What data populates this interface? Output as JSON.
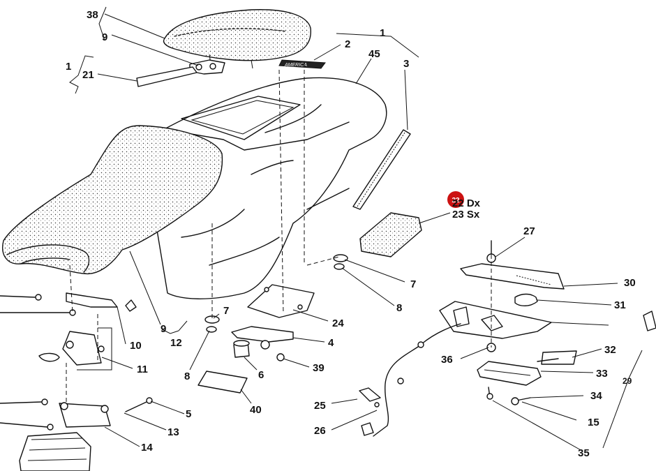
{
  "callouts": {
    "c38": "38",
    "c9a": "9",
    "c1a": "1",
    "c21": "21",
    "c2": "2",
    "c1b": "1",
    "c45": "45",
    "c3": "3",
    "c22dx": "22 Dx",
    "c23sx": "23 Sx",
    "c22badge": "22",
    "c27": "27",
    "c7a": "7",
    "c8a": "8",
    "c30": "30",
    "c31": "31",
    "c7b": "7",
    "c24": "24",
    "c4": "4",
    "c10": "10",
    "c9b": "9",
    "c12": "12",
    "c11": "11",
    "c8b": "8",
    "c6": "6",
    "c39": "39",
    "c40": "40",
    "c36": "36",
    "c32": "32",
    "c33": "33",
    "c29": "29",
    "c34": "34",
    "c15": "15",
    "c25": "25",
    "c26": "26",
    "c5": "5",
    "c13": "13",
    "c14": "14",
    "c35": "35"
  },
  "seat_logo_text": "AMERICA",
  "colors": {
    "badge": "#cc1111",
    "ink": "#111111",
    "background": "#ffffff"
  }
}
